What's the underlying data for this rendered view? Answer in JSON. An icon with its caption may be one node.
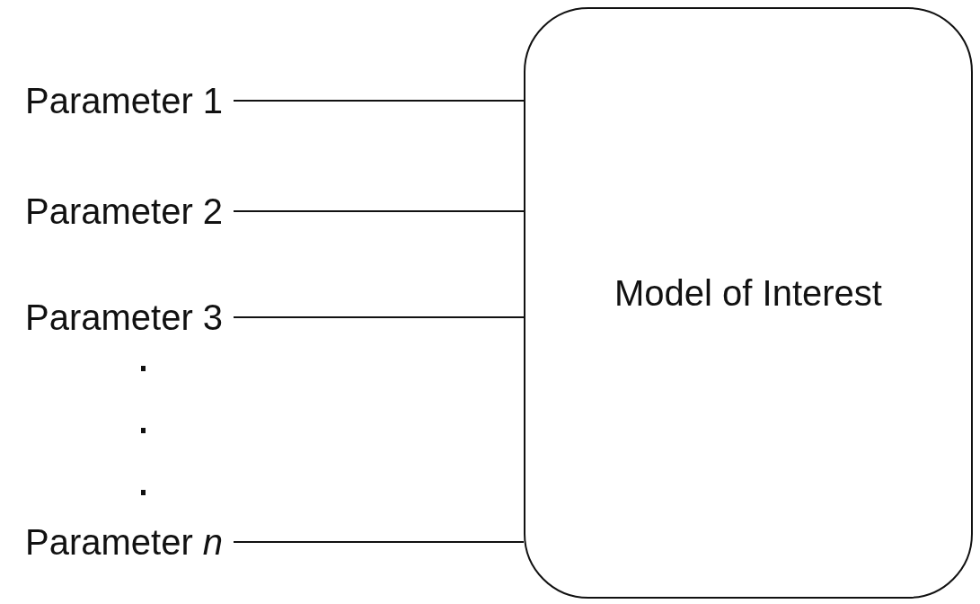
{
  "diagram": {
    "nodes": [
      {
        "text": [
          "Parameter 1"
        ]
      },
      {
        "text": [
          "Parameter 2"
        ]
      },
      {
        "text": [
          "Parameter 3"
        ]
      },
      {
        "text": [
          "Parameter *n*"
        ]
      },
      {
        "text": [
          "Model of Interest"
        ]
      }
    ],
    "edges": [
      {
        "from": 0,
        "to": 4,
        "arrow": "none"
      },
      {
        "from": 1,
        "to": 4,
        "arrow": "none"
      },
      {
        "from": 2,
        "to": 4,
        "arrow": "none"
      },
      {
        "from": 3,
        "to": 4,
        "arrow": "none"
      }
    ]
  }
}
